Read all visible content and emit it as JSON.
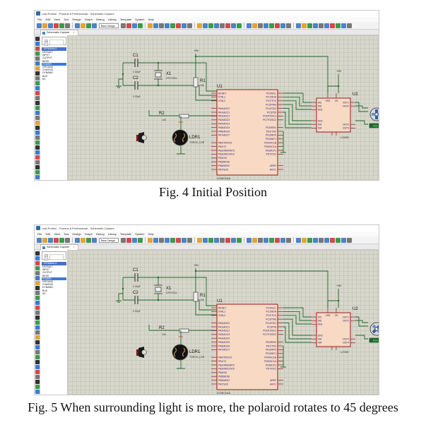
{
  "app": {
    "window_title": "Last Portion - Proteus 8 Professional - Schematic Capture",
    "menu": [
      "File",
      "Edit",
      "View",
      "Tool",
      "Design",
      "Graph",
      "Debug",
      "Library",
      "Template",
      "System",
      "Help"
    ],
    "design_select": "Base Design",
    "tab_label": "Schematic Capture",
    "tab_close": "×"
  },
  "picker": {
    "mode_label": "P",
    "title": "TERMINALS",
    "items": [
      "DEFAULT",
      "INPUT",
      "OUTPUT",
      "BIDIR",
      "POWER",
      "GROUND",
      "CHASSIS",
      "DYNAMIC",
      "BUS",
      "NC"
    ],
    "selected_index": 4
  },
  "schematic": {
    "c1_label": "C1",
    "c1_value": "0.33pF",
    "c2_label": "C2",
    "c2_value": "0.33pF",
    "x1_label": "X1",
    "x1_value": "CRYSTAL",
    "r1_label": "R1",
    "r1_value": "10k",
    "r2_label": "R2",
    "r2_value": "10k",
    "ldr_label": "LDR1",
    "ldr_value": "TORCH_LDR",
    "u1_label": "U1",
    "u1_part": "ATMEGA8",
    "u2_label": "U2",
    "u2_part": "L293D",
    "vcc1": "+5V",
    "vcc2": "+9V",
    "motor_readout": "+0.0",
    "u1_left_pins": [
      "RESET",
      "XTAL1",
      "XTAL2",
      "",
      "PA0/ADC0",
      "PA1/ADC1",
      "PA2/ADC2",
      "PA3/ADC3",
      "PA4/ADC4",
      "PA5/ADC5",
      "PA6/ADC6",
      "PA7/ADC7",
      "",
      "PB0/T0/XCK",
      "PB1/T1",
      "PB2/AIN0/INT2",
      "PB3/AIN1/OC0",
      "PB4/SS",
      "PB5/MOSI",
      "PB6/MISO",
      "PB7/SCK"
    ],
    "u1_right_pins": [
      "PC0/SCL",
      "PC1/SDA",
      "PC2/TCK",
      "PC3/TMS",
      "PC4/TDO",
      "PC5/TDI",
      "PC6/TOSC1",
      "PC7/TOSC2",
      "",
      "PD0/RXD",
      "PD1/TXD",
      "PD2/INT0",
      "PD3/INT1",
      "PD4/OC1B",
      "PD5/OC1A",
      "PD6/ICP1",
      "PD7/OC2",
      "",
      "",
      "AREF",
      "AVCC"
    ],
    "u2_left_pins": [
      "IN1",
      "IN2",
      "EN1",
      "",
      "",
      "EN2",
      "IN3",
      "IN4"
    ],
    "u2_top_pins": [
      "VSS",
      "VS"
    ],
    "u2_right_pins": [
      "OUT1",
      "OUT2",
      "",
      "",
      "",
      "",
      "OUT3",
      "OUT4"
    ],
    "u2_bottom_pins": [
      "GND",
      "GND"
    ]
  },
  "figures": [
    {
      "caption": "Fig. 4 Initial Position",
      "motor_angle": 0
    },
    {
      "caption": "Fig. 5 When surrounding light is more, the polaroid rotates to 45 degrees",
      "motor_angle": 45
    }
  ],
  "colors": {
    "canvas": "#d7d7cc",
    "wire": "#1f6a2a",
    "part_fill": "#f7d9c4",
    "part_outline": "#9b1c1c",
    "pin_text": "#1b1b6b",
    "label_text": "#111111",
    "picker_selection": "#3a7bd5"
  }
}
